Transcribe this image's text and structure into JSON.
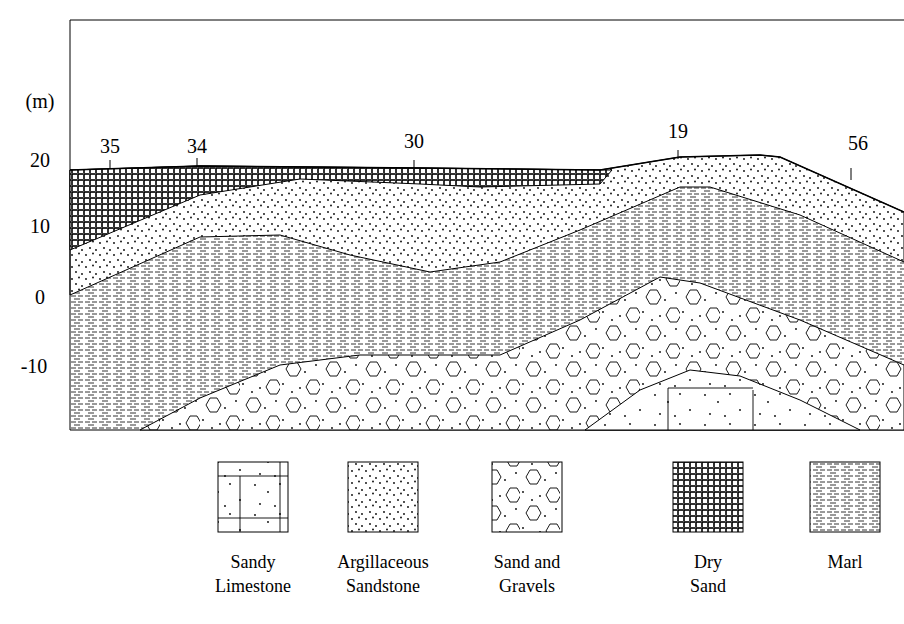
{
  "diagram": {
    "labels": [
      "(m)",
      "20",
      "10",
      "0",
      "-10",
      "35",
      "34",
      "30",
      "19",
      "56"
    ],
    "legend": [
      {
        "text": "Sandy Limestone"
      },
      {
        "text": "Argillaceous Sandstone"
      },
      {
        "text": "Sand and Gravels"
      },
      {
        "text": "Dry Sand"
      },
      {
        "text": "Marl"
      }
    ]
  }
}
